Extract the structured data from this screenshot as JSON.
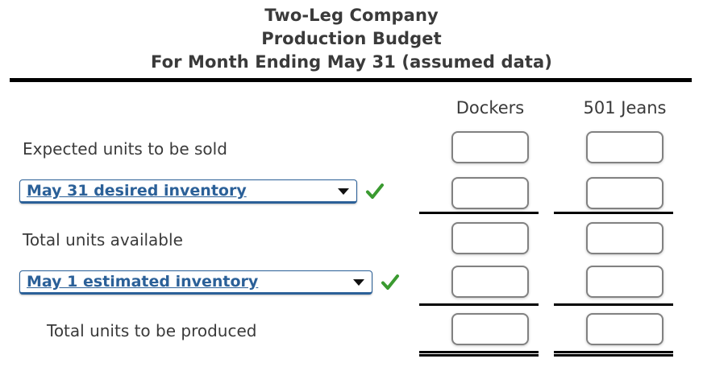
{
  "header": {
    "company": "Two-Leg Company",
    "statement": "Production Budget",
    "period": "For Month Ending May 31 (assumed data)"
  },
  "columns": [
    {
      "label": "Dockers"
    },
    {
      "label": "501 Jeans"
    }
  ],
  "rows": [
    {
      "kind": "label",
      "label": "Expected units to be sold",
      "indent": false,
      "values": [
        "",
        ""
      ],
      "placeholders": [
        "",
        ""
      ],
      "rule_below": "none"
    },
    {
      "kind": "select",
      "label": "May 31 desired inventory",
      "status": "correct",
      "values": [
        "",
        ""
      ],
      "placeholders": [
        "",
        ""
      ],
      "rule_below": "single"
    },
    {
      "kind": "label",
      "label": "Total units available",
      "indent": false,
      "values": [
        "",
        ""
      ],
      "placeholders": [
        "",
        ""
      ],
      "rule_below": "none"
    },
    {
      "kind": "select",
      "label": "May 1 estimated inventory",
      "status": "correct",
      "values": [
        "",
        ""
      ],
      "placeholders": [
        "",
        ""
      ],
      "rule_below": "single"
    },
    {
      "kind": "label",
      "label": "Total units to be produced",
      "indent": true,
      "values": [
        "",
        ""
      ],
      "placeholders": [
        "",
        ""
      ],
      "rule_below": "double"
    }
  ],
  "icons": {
    "dropdown_arrow": "chevron-down-icon",
    "status_correct": "green-checkmark-icon"
  },
  "colors": {
    "select_accent": "#2b6098",
    "status_correct": "#3a9a30",
    "rule": "#000000",
    "input_border": "#818181",
    "text": "#3a3a3a"
  }
}
